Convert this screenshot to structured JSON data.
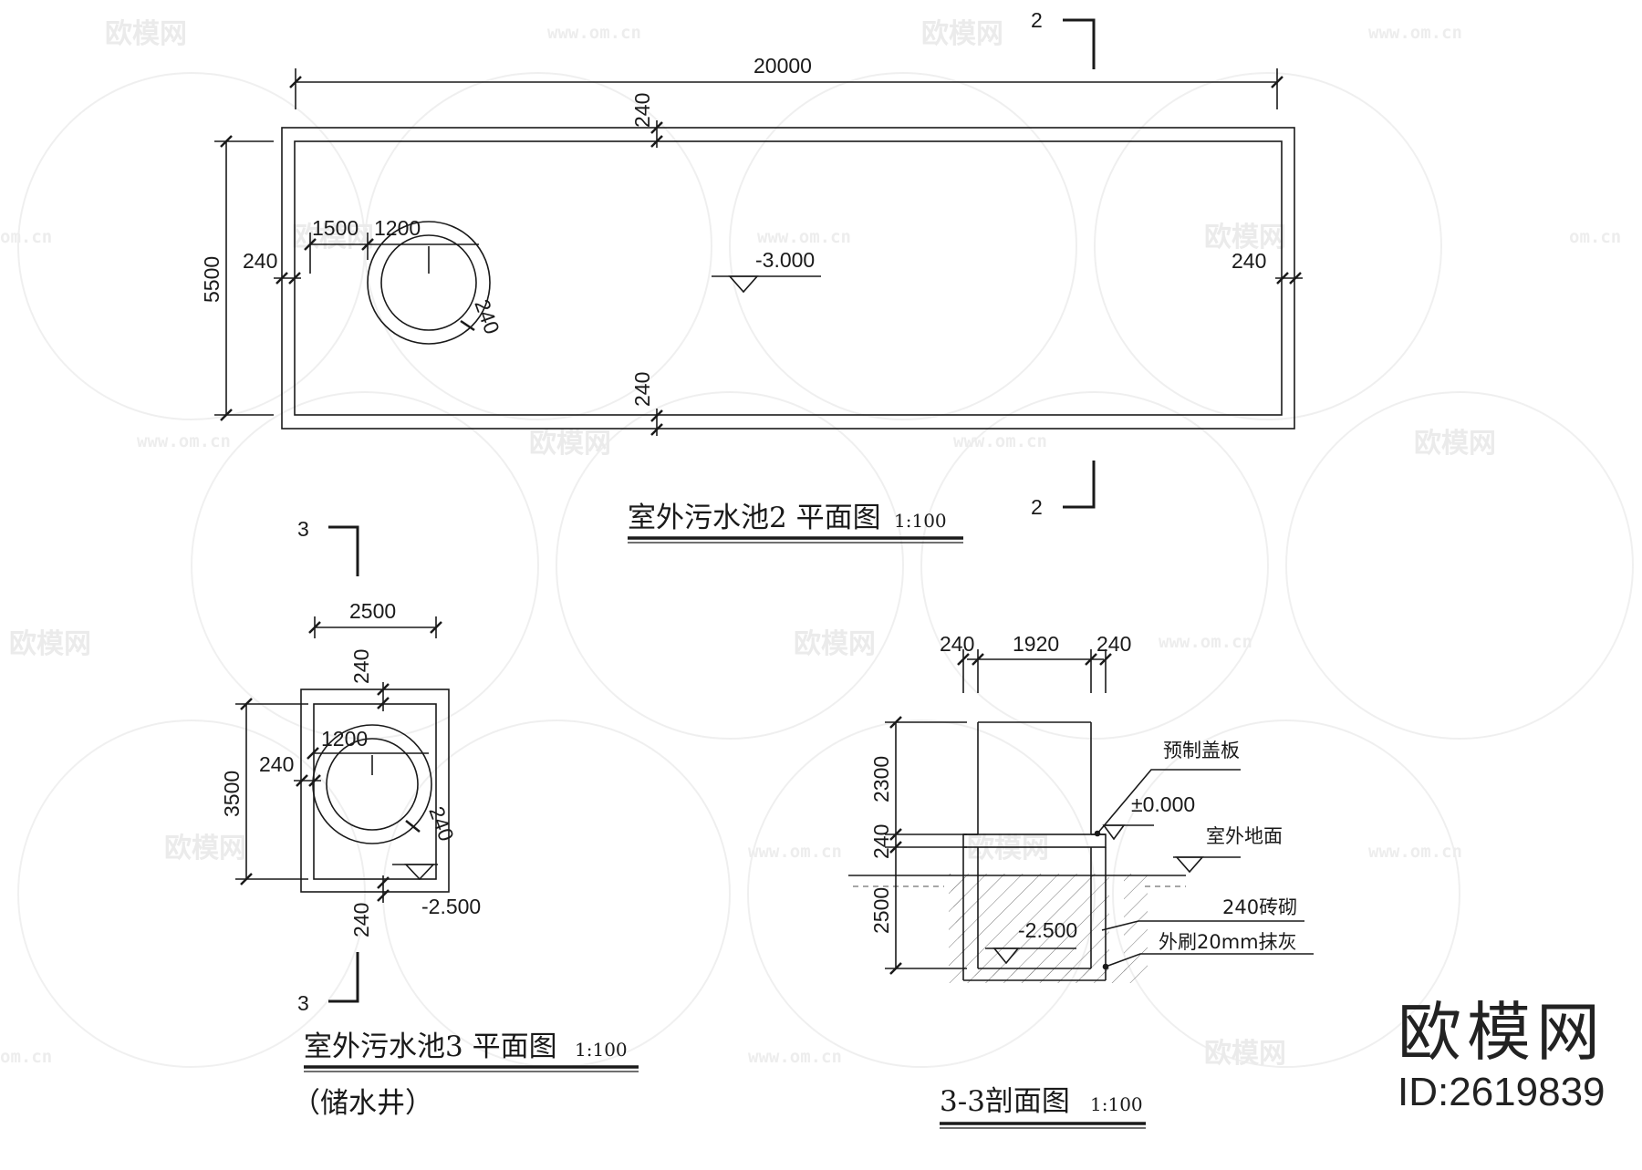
{
  "watermark": {
    "brand": "欧模网",
    "site": "www.om.cn",
    "site_short": "om.cn"
  },
  "plan2": {
    "title": "室外污水池2 平面图",
    "scale": "1:100",
    "overall_length": "20000",
    "overall_width": "5500",
    "wall_top": "240",
    "wall_bottom": "240",
    "wall_left": "240",
    "wall_right": "240",
    "hole_offset": "1500",
    "hole_diameter": "1200",
    "hole_ring": "240",
    "bottom_level": "-3.000",
    "section_mark": "2"
  },
  "plan3": {
    "title": "室外污水池3 平面图",
    "scale": "1:100",
    "subtitle": "（储水井）",
    "width": "2500",
    "length": "3500",
    "wall_top": "240",
    "wall_left": "240",
    "wall_bottom": "240",
    "hole_diameter": "1200",
    "hole_ring": "240",
    "bottom_level": "-2.500",
    "section_mark": "3"
  },
  "section33": {
    "title": "3-3剖面图",
    "scale": "1:100",
    "wall_left": "240",
    "inner_width": "1920",
    "wall_right": "240",
    "above_height": "2300",
    "slab": "240",
    "depth": "2500",
    "note_cover": "预制盖板",
    "level_zero": "±0.000",
    "note_ground": "室外地面",
    "bottom_level": "-2.500",
    "note_wall": "240砖砌",
    "note_plaster": "外刷20mm抹灰"
  },
  "brand_box": {
    "logo": "欧模网",
    "id": "ID:2619839"
  }
}
